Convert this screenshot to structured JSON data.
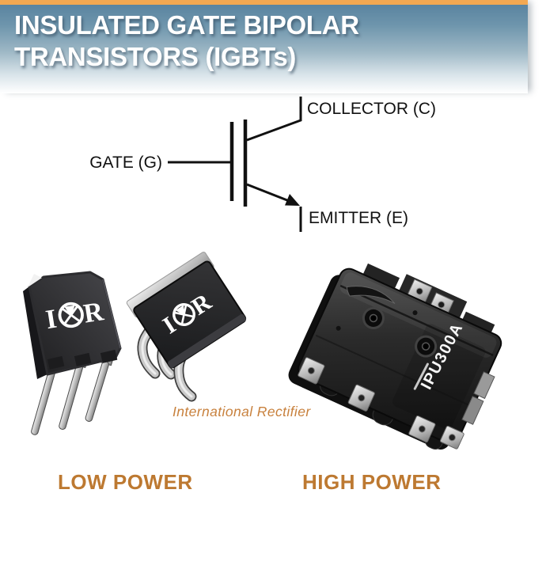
{
  "colors": {
    "accent_bar": "#f2a852",
    "header_gradient_top": "#55809d",
    "title_text": "#ffffff",
    "power_label_orange": "#bd7931",
    "caption_orange": "#c8813d",
    "schematic_line": "#111111"
  },
  "header": {
    "title_line1": "INSULATED GATE BIPOLAR",
    "title_line2": "TRANSISTORS (IGBTs)"
  },
  "schematic": {
    "collector_label": "COLLECTOR (C)",
    "gate_label": "GATE (G)",
    "emitter_label": "EMITTER (E)"
  },
  "photos": {
    "ir_logo_i": "I",
    "ir_logo_r": "R",
    "module_part_number": "IPU300A",
    "caption": "International Rectifier"
  },
  "labels": {
    "low_power": "LOW POWER",
    "high_power": "HIGH POWER"
  }
}
